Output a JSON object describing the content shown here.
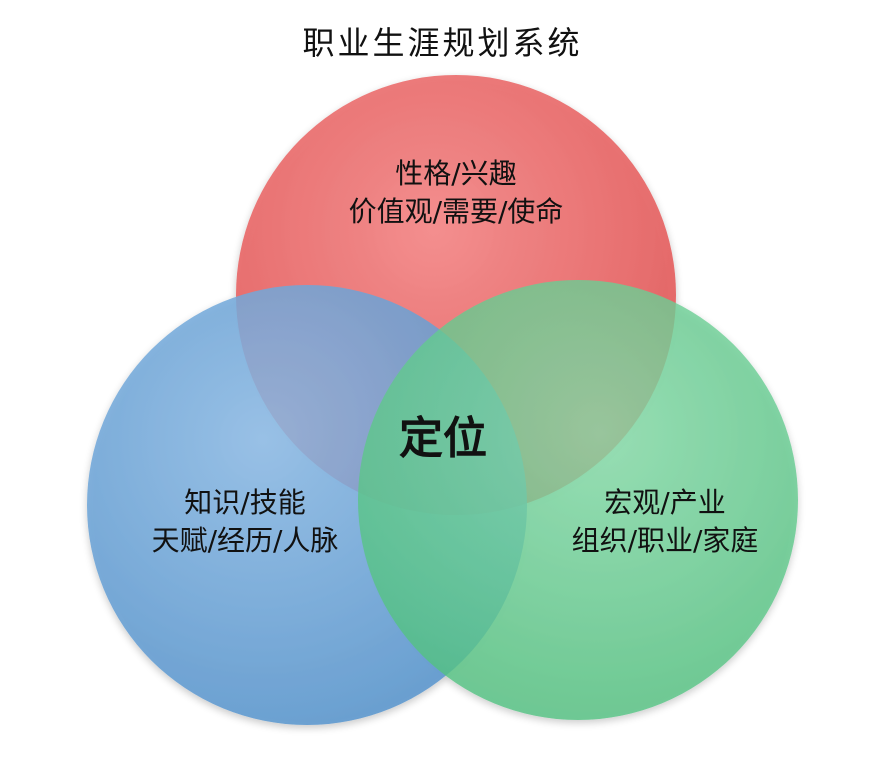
{
  "diagram": {
    "title": "职业生涯规划系统",
    "center": "定位",
    "circles": [
      {
        "id": "top",
        "lines": [
          "性格/兴趣",
          "价值观/需要/使命"
        ],
        "color": "#ee6f6f"
      },
      {
        "id": "left",
        "lines": [
          "知识/技能",
          "天赋/经历/人脉"
        ],
        "color": "#6fa6d6"
      },
      {
        "id": "right",
        "lines": [
          "宏观/产业",
          "组织/职业/家庭"
        ],
        "color": "#6fcf95"
      }
    ]
  }
}
